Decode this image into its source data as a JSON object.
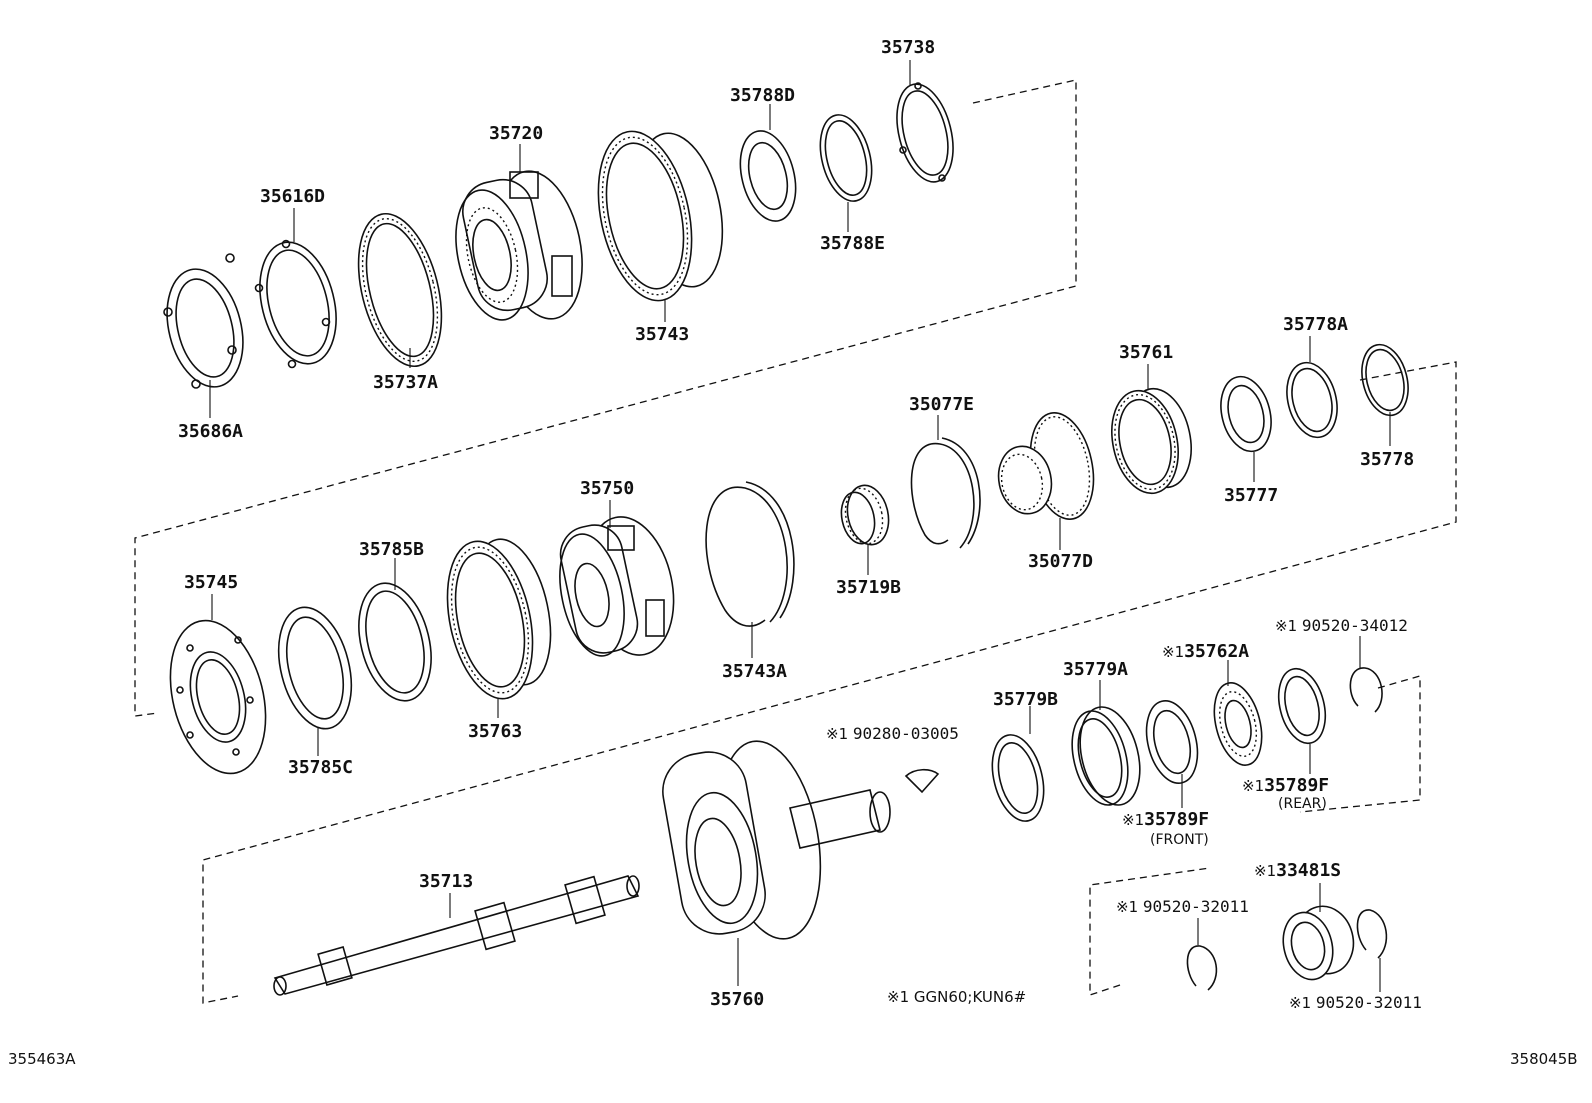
{
  "parts": {
    "p35738": "35738",
    "p35788D": "35788D",
    "p35720": "35720",
    "p35616D": "35616D",
    "p35788E": "35788E",
    "p35743": "35743",
    "p35737A": "35737A",
    "p35686A": "35686A",
    "p35778A": "35778A",
    "p35761": "35761",
    "p35077E": "35077E",
    "p35778": "35778",
    "p35777": "35777",
    "p35750": "35750",
    "p35785B": "35785B",
    "p35745": "35745",
    "p35077D": "35077D",
    "p35719B": "35719B",
    "p35743A": "35743A",
    "p35763": "35763",
    "p35785C": "35785C",
    "p35779A": "35779A",
    "p35779B": "35779B",
    "p35762A": "35762A",
    "p35789F_front": "35789F",
    "p35789F_rear": "35789F",
    "p35713": "35713",
    "p35760": "35760",
    "p33481S": "33481S",
    "p90520_34012": "90520-34012",
    "p90280_03005": "90280-03005",
    "p90520_32011_a": "90520-32011",
    "p90520_32011_b": "90520-32011"
  },
  "notes": {
    "marker": "※1",
    "front": "(FRONT)",
    "rear": "(REAR)",
    "applicability": "※1 GGN60;KUN6#"
  },
  "corners": {
    "left": "355463A",
    "right": "358045B"
  }
}
